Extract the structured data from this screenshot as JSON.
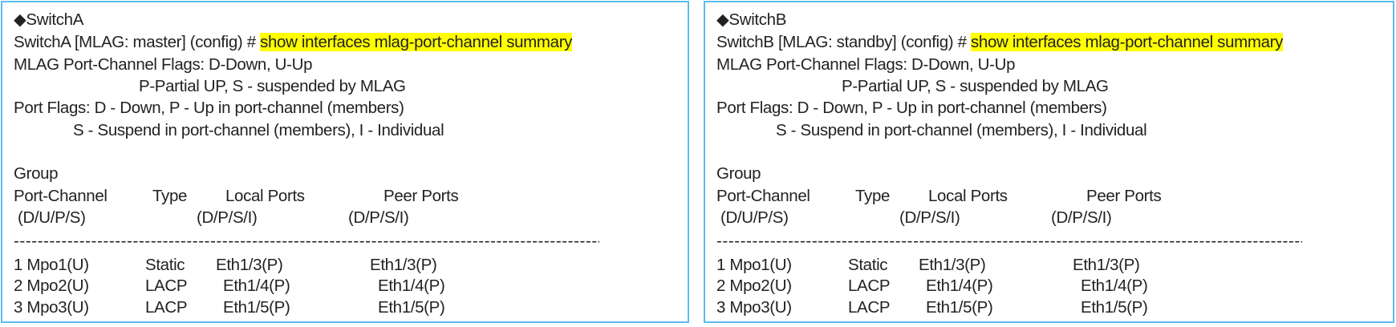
{
  "panels": [
    {
      "title_icon": "black-diamond",
      "title": "SwitchA",
      "prompt": "SwitchA [MLAG: master] (config) # ",
      "command": "show interfaces mlag-port-channel summary",
      "flags1": "MLAG Port-Channel Flags: D-Down, U-Up",
      "flags2": "P-Partial UP, S - suspended by MLAG",
      "flags3": "Port Flags: D - Down, P - Up in port-channel (members)",
      "flags4": "S - Suspend in port-channel (members), I - Individual",
      "header": {
        "group": "Group",
        "port_channel": "Port-Channel",
        "type": "Type",
        "local": "Local Ports",
        "peer": "Peer Ports",
        "pc_flags": "(D/U/P/S)",
        "local_flags": "(D/P/S/I)",
        "peer_flags": "(D/P/S/I)"
      },
      "separator": "----------------------------------------------------------------------------------------------------------",
      "rows": [
        {
          "group": "1 Mpo1(U)",
          "type": "Static",
          "local": "Eth1/3(P)",
          "peer": "Eth1/3(P)"
        },
        {
          "group": "2 Mpo2(U)",
          "type": "LACP",
          "local": "Eth1/4(P)",
          "peer": "Eth1/4(P)"
        },
        {
          "group": "3 Mpo3(U)",
          "type": "LACP",
          "local": "Eth1/5(P)",
          "peer": "Eth1/5(P)"
        }
      ]
    },
    {
      "title_icon": "black-diamond",
      "title": "SwitchB",
      "prompt": "SwitchB [MLAG: standby] (config) # ",
      "command": "show interfaces mlag-port-channel summary",
      "flags1": "MLAG Port-Channel Flags: D-Down, U-Up",
      "flags2": "P-Partial UP, S - suspended by MLAG",
      "flags3": "Port Flags: D - Down, P - Up in port-channel (members)",
      "flags4": "S - Suspend in port-channel (members), I - Individual",
      "header": {
        "group": "Group",
        "port_channel": "Port-Channel",
        "type": "Type",
        "local": "Local Ports",
        "peer": "Peer Ports",
        "pc_flags": "(D/U/P/S)",
        "local_flags": "(D/P/S/I)",
        "peer_flags": "(D/P/S/I)"
      },
      "separator": "----------------------------------------------------------------------------------------------------------",
      "rows": [
        {
          "group": "1 Mpo1(U)",
          "type": "Static",
          "local": "Eth1/3(P)",
          "peer": "Eth1/3(P)"
        },
        {
          "group": "2 Mpo2(U)",
          "type": "LACP",
          "local": "Eth1/4(P)",
          "peer": "Eth1/4(P)"
        },
        {
          "group": "3 Mpo3(U)",
          "type": "LACP",
          "local": "Eth1/5(P)",
          "peer": "Eth1/5(P)"
        }
      ]
    }
  ]
}
